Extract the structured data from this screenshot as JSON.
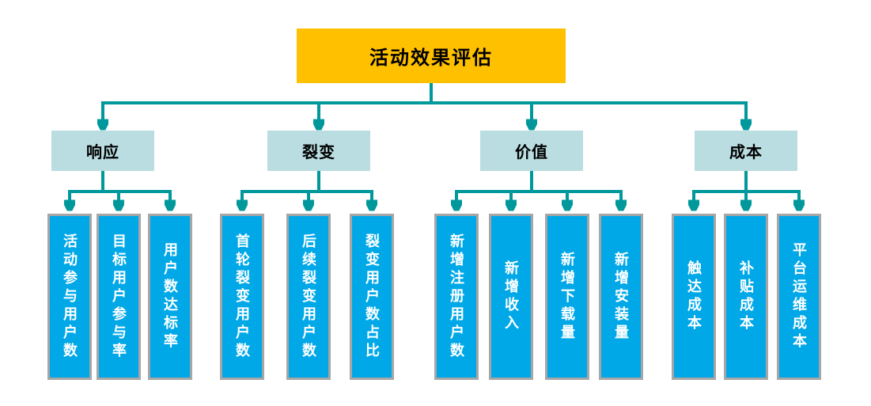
{
  "root": {
    "label": "活动效果评估"
  },
  "branches": [
    {
      "label": "响应",
      "children": [
        "活动参与用户数",
        "目标用户参与率",
        "用户数达标率"
      ]
    },
    {
      "label": "裂变",
      "children": [
        "首轮裂变用户数",
        "后续裂变用户数",
        "裂变用户数占比"
      ]
    },
    {
      "label": "价值",
      "children": [
        "新增注册用户数",
        "新增收入",
        "新增下载量",
        "新增安装量"
      ]
    },
    {
      "label": "成本",
      "children": [
        "触达成本",
        "补贴成本",
        "平台运维成本"
      ]
    }
  ],
  "colors": {
    "root_bg": "#FFC000",
    "branch_bg": "#BADDE1",
    "leaf_bg": "#00A8E8",
    "leaf_border": "#A6A6A6",
    "connector": "#00989B",
    "root_text": "#000000",
    "branch_text": "#000000",
    "leaf_text": "#FFFFFF",
    "background": "#FFFFFF"
  }
}
